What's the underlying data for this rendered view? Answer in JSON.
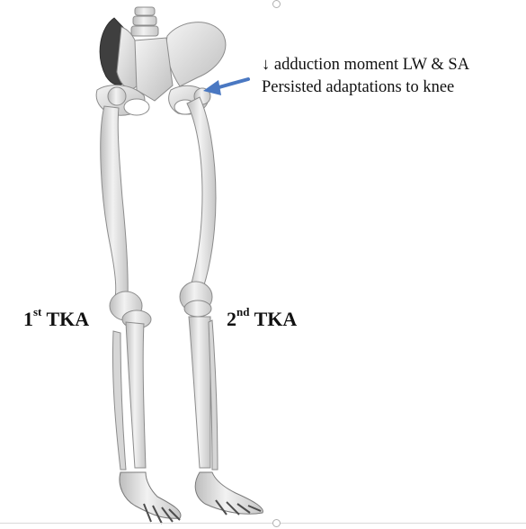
{
  "annotation": {
    "line1": "↓ adduction moment LW & SA",
    "line2": "Persisted adaptations to knee"
  },
  "labels": {
    "first_tka_num": "1",
    "first_tka_sup": "st",
    "first_tka_text": " TKA",
    "second_tka_num": "2",
    "second_tka_sup": "nd",
    "second_tka_text": " TKA"
  },
  "colors": {
    "arrow": "#4a78c2",
    "bone_fill": "#e6e6e6",
    "bone_stroke": "#8c8c8c",
    "bone_shadow": "#4d4d4d"
  },
  "icons": {
    "arrow": "left-arrow-icon"
  }
}
